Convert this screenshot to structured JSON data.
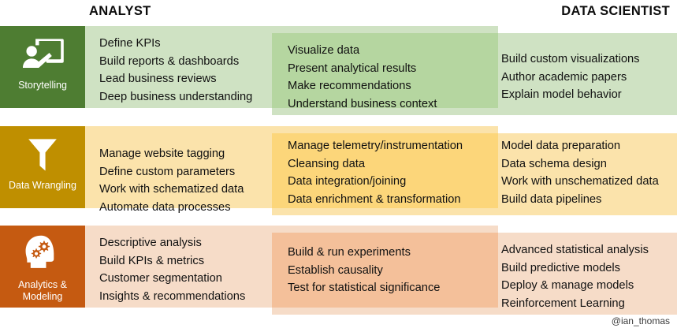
{
  "header": {
    "left_title": "ANALYST",
    "right_title": "DATA SCIENTIST"
  },
  "watermark": "@ian_thomas",
  "rows": [
    {
      "id": "storytelling",
      "label": "Storytelling",
      "icon": "presentation-person-icon",
      "colors": {
        "tile": "#4e7d32",
        "light": "#cfe2c3",
        "overlap": "#b5d6a0"
      },
      "analyst_skills": [
        "Define KPIs",
        "Build reports & dashboards",
        "Lead business reviews",
        "Deep business understanding"
      ],
      "shared_skills": [
        "Visualize data",
        "Present analytical results",
        "Make recommendations",
        "Understand business context"
      ],
      "scientist_skills": [
        "Build custom visualizations",
        "Author academic papers",
        "Explain model behavior"
      ]
    },
    {
      "id": "wrangling",
      "label": "Data Wrangling",
      "icon": "funnel-icon",
      "colors": {
        "tile": "#bf8f00",
        "light": "#fbe3ab",
        "overlap": "#fcd67a"
      },
      "analyst_skills": [
        "Manage website tagging",
        "Define custom parameters",
        "Work with schematized data",
        "Automate data processes"
      ],
      "shared_skills": [
        "Manage telemetry/instrumentation",
        "Cleansing data",
        "Data integration/joining",
        "Data enrichment & transformation"
      ],
      "scientist_skills": [
        "Model data preparation",
        "Data schema design",
        "Work with unschematized data",
        "Build data pipelines"
      ]
    },
    {
      "id": "analytics",
      "label": "Analytics &\nModeling",
      "label_line1": "Analytics &",
      "label_line2": "Modeling",
      "icon": "head-gears-icon",
      "colors": {
        "tile": "#c55a11",
        "light": "#f6dcc8",
        "overlap": "#f4c09a"
      },
      "analyst_skills": [
        "Descriptive analysis",
        "Build KPIs & metrics",
        "Customer segmentation",
        "Insights & recommendations"
      ],
      "shared_skills": [
        "Build & run experiments",
        "Establish causality",
        "Test for statistical significance"
      ],
      "scientist_skills": [
        "Advanced statistical analysis",
        "Build predictive models",
        "Deploy & manage models",
        "Reinforcement Learning"
      ]
    }
  ]
}
